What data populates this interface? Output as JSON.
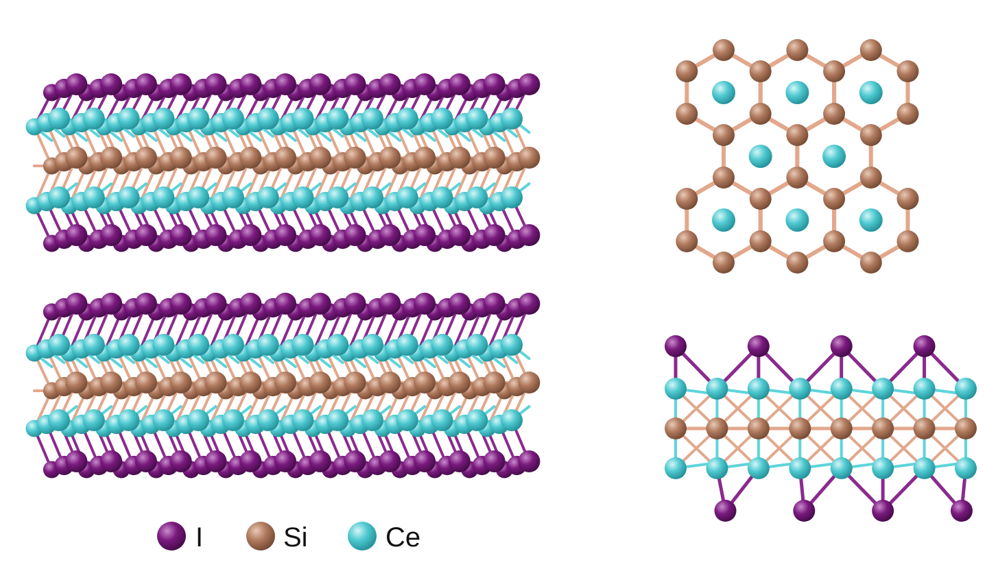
{
  "colors": {
    "iodine": "#7a1a7e",
    "silicon": "#b07a5e",
    "cerium": "#4fc9d0",
    "bond_iodine": "#8a2a8e",
    "bond_silicon": "#e2a88c",
    "bond_cerium": "#5ed4da",
    "background": "#ffffff"
  },
  "legend": [
    {
      "element": "iodine",
      "label": "I"
    },
    {
      "element": "silicon",
      "label": "Si"
    },
    {
      "element": "cerium",
      "label": "Ce"
    }
  ],
  "panels": {
    "bilayer_perspective": {
      "layers": 2,
      "stacking": [
        "I",
        "Ce",
        "Si",
        "Ce",
        "I"
      ]
    },
    "top_view": {
      "lattice": "honeycomb",
      "framework": "Si",
      "center_atom": "Ce"
    },
    "side_view": {
      "stacking": [
        "I",
        "Ce",
        "Si",
        "Ce",
        "I"
      ]
    }
  }
}
